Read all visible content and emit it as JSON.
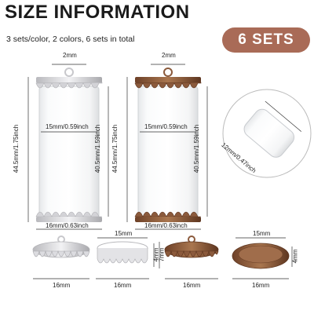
{
  "header": {
    "title": "SIZE INFORMATION",
    "subtitle": "3 sets/color, 2 colors,  6 sets in total",
    "badge": "6 SETS"
  },
  "product_a": {
    "loop_width": "2mm",
    "height_outer": "44.5mm/1.75inch",
    "height_inner": "40.5mm/1.59inch",
    "diameter_inner": "15mm/0.59inch",
    "diameter_outer": "16mm/0.63inch",
    "cap_color": "#d9d9dc"
  },
  "product_b": {
    "loop_width": "2mm",
    "height_outer": "44.5mm/1.75inch",
    "height_inner": "40.5mm/1.59inch",
    "diameter_inner": "15mm/0.59inch",
    "diameter_outer": "16mm/0.63inch",
    "cap_color": "#8b5a3c"
  },
  "inset": {
    "tube_diameter": "12mm/0.47inch"
  },
  "caps_row": {
    "silver_top_width": "16mm",
    "silver_bottom_width": "16mm",
    "silver_bottom_inner": "15mm",
    "silver_bottom_height": "4mm",
    "bronze_top_width": "16mm",
    "bronze_top_height": "7mm",
    "bronze_bottom_width": "16mm",
    "bronze_bottom_inner": "15mm",
    "bronze_bottom_height": "4mm"
  }
}
